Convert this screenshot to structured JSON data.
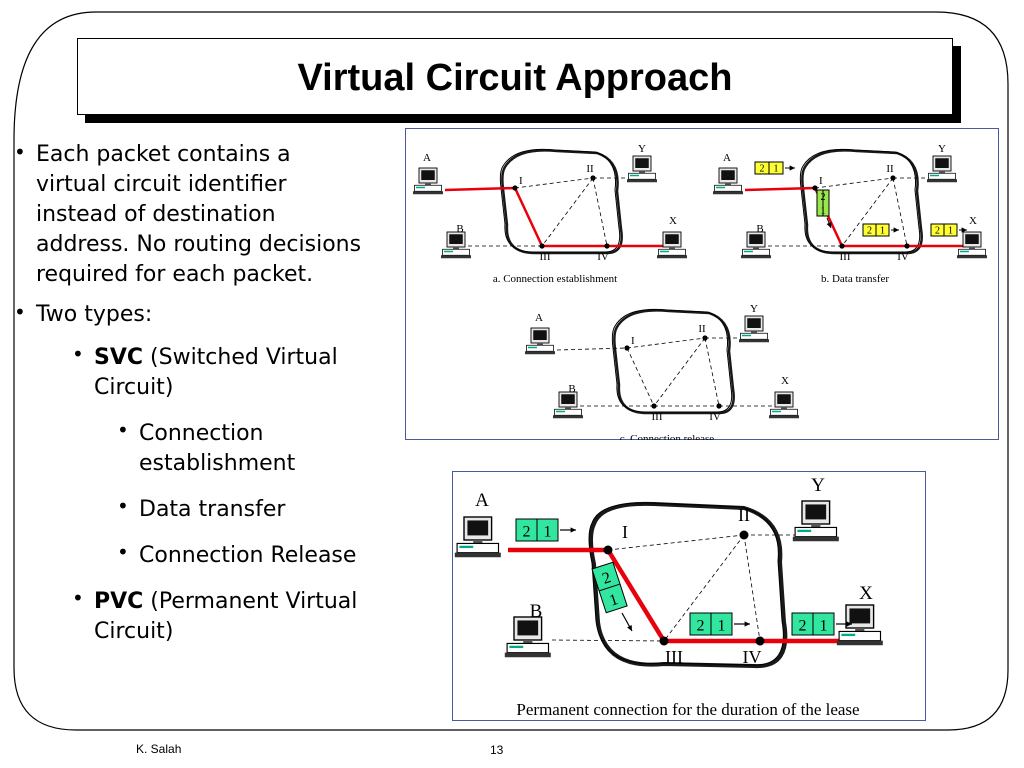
{
  "slide": {
    "title": "Virtual Circuit Approach",
    "footer_author": "K. Salah",
    "page_number": "13"
  },
  "bullets": [
    {
      "level": 1,
      "lines": [
        "Each packet contains a",
        "virtual circuit identifier",
        "instead of destination",
        "address. No routing decisions",
        "required for each packet."
      ]
    },
    {
      "level": 1,
      "lines": [
        "Two types:"
      ]
    },
    {
      "level": 2,
      "bold": "SVC",
      "lines": [
        " (Switched Virtual",
        "Circuit)"
      ]
    },
    {
      "level": 3,
      "lines": [
        "Connection",
        "establishment"
      ]
    },
    {
      "level": 3,
      "lines": [
        "Data transfer"
      ]
    },
    {
      "level": 3,
      "lines": [
        "Connection Release"
      ]
    },
    {
      "level": 2,
      "bold": "PVC",
      "lines": [
        " (Permanent Virtual",
        "Circuit)"
      ]
    }
  ],
  "diagram_top": {
    "panels": [
      {
        "caption": "a. Connection establishment",
        "hosts": [
          "A",
          "B",
          "Y",
          "X"
        ],
        "switches": [
          "I",
          "II",
          "III",
          "IV"
        ]
      },
      {
        "caption": "b. Data transfer",
        "hosts": [
          "A",
          "B",
          "Y",
          "X"
        ],
        "switches": [
          "I",
          "II",
          "III",
          "IV"
        ],
        "packet_labels": [
          "2",
          "1"
        ]
      },
      {
        "caption": "c. Connection release",
        "hosts": [
          "A",
          "B",
          "Y",
          "X"
        ],
        "switches": [
          "I",
          "II",
          "III",
          "IV"
        ]
      }
    ],
    "colors": {
      "path": "#e8000b",
      "packet_yellow": "#ffff33",
      "packet_green": "#99e64d",
      "border": "#4a5a9c"
    }
  },
  "diagram_bottom": {
    "caption": "Permanent connection for the duration of the lease",
    "hosts": [
      "A",
      "B",
      "Y",
      "X"
    ],
    "switches": [
      "I",
      "II",
      "III",
      "IV"
    ],
    "packet_labels": [
      "2",
      "1"
    ],
    "colors": {
      "path": "#e8000b",
      "packet": "#33e6a0",
      "border": "#4a5a9c"
    }
  }
}
